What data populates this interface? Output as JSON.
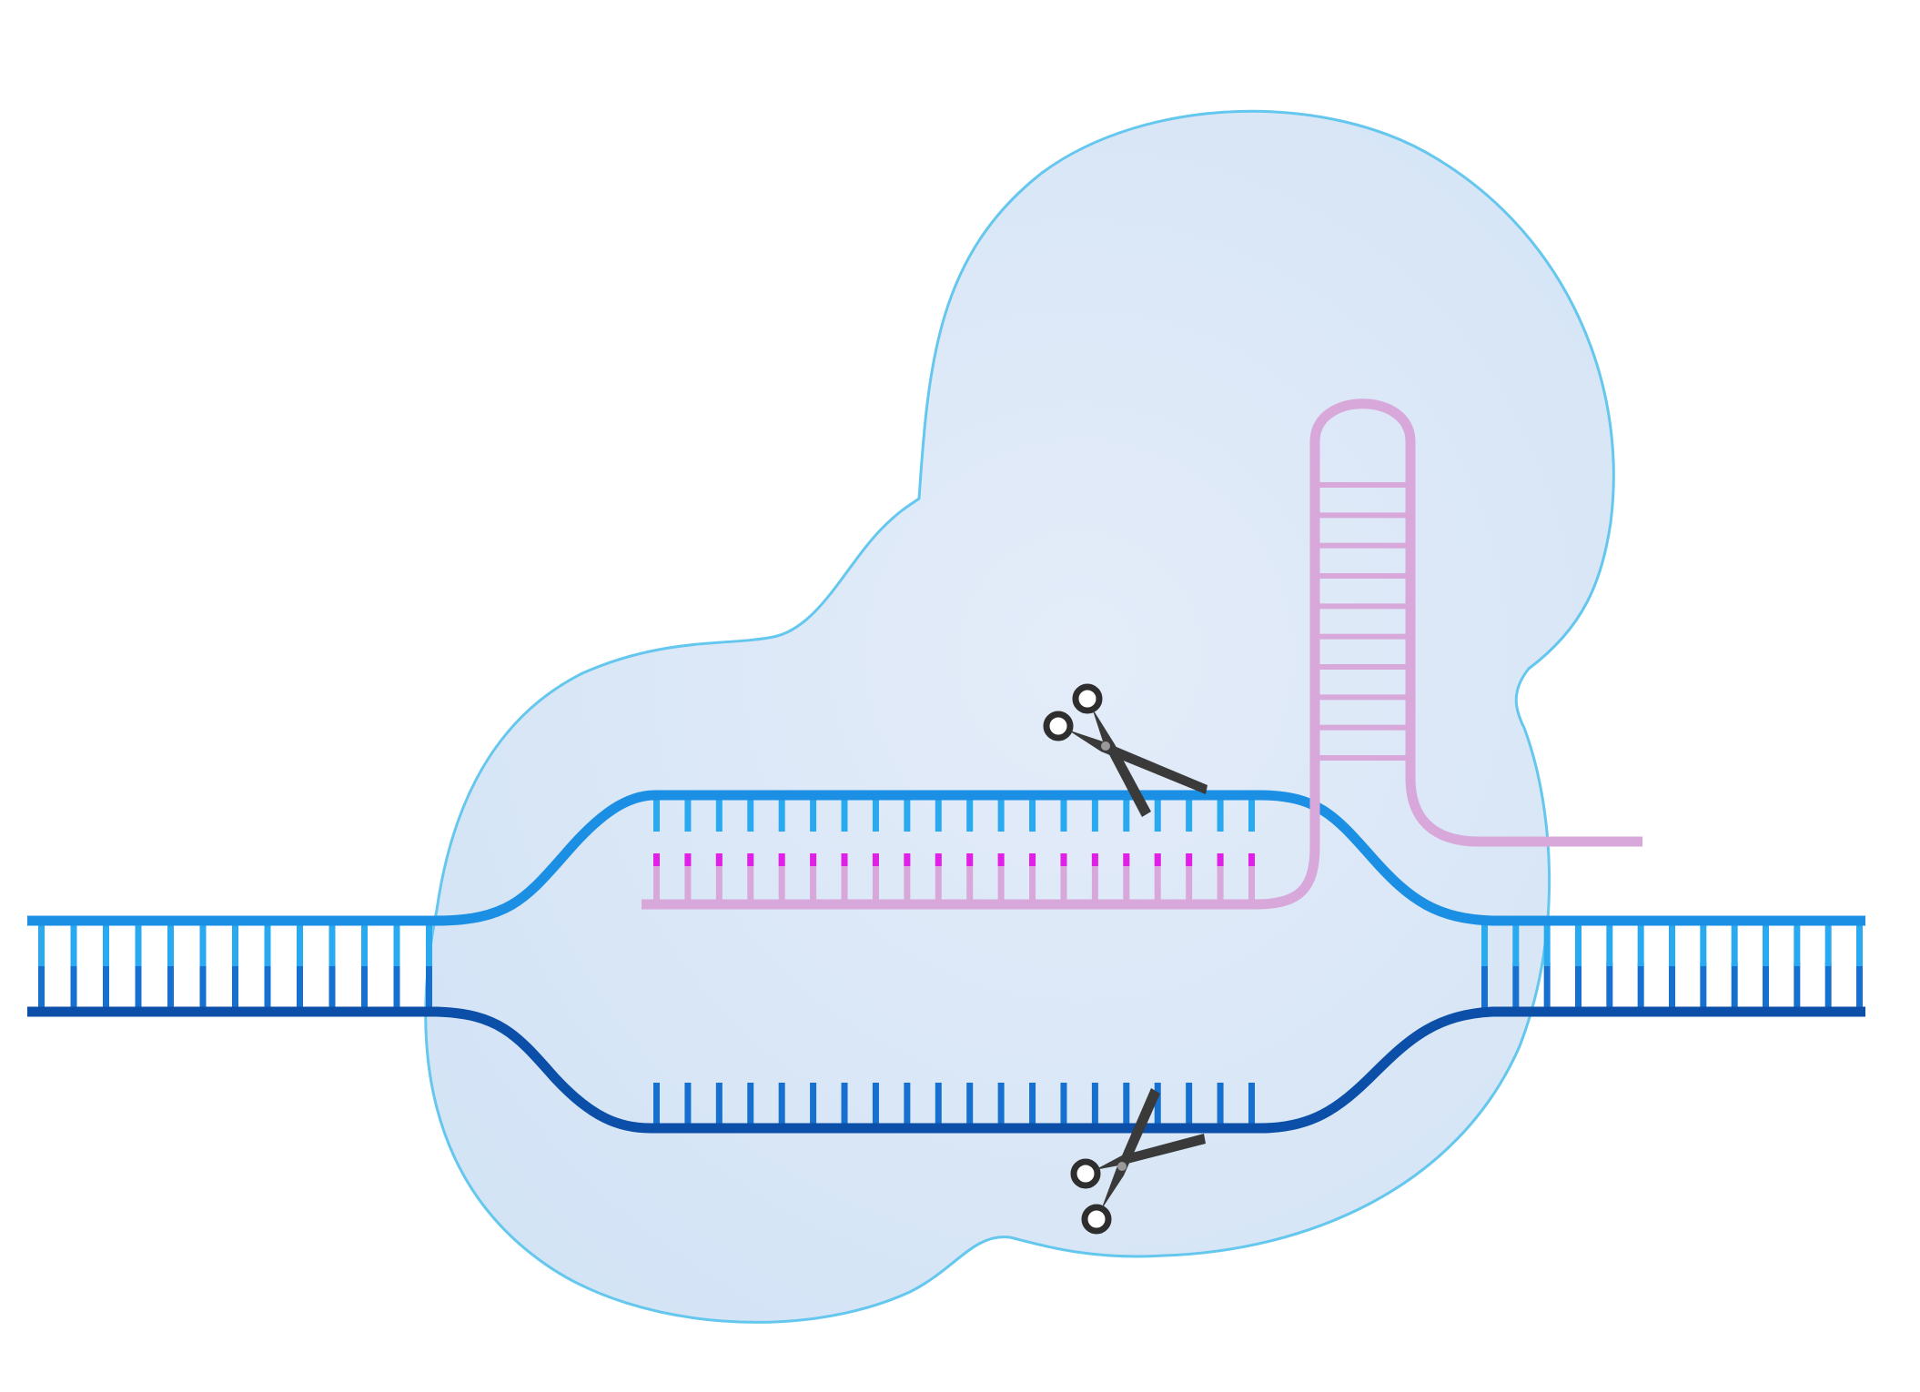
{
  "diagram": {
    "labels": [],
    "colors": {
      "protein_fill": "#d9e7f7",
      "protein_edge": "#55c2ec",
      "dna_top_strand": "#1a8fe3",
      "dna_top_rungs": "#29a9f0",
      "dna_bottom_strand": "#0b4fa8",
      "dna_bottom_rungs": "#1670cf",
      "grna": "#d8a8da",
      "grna_pairing_tint": "#e020e6",
      "scissors": "#3a3a3a"
    },
    "elements": {
      "protein": "cas9-protein",
      "target_strand": "dna-target-strand",
      "non_target_strand": "dna-non-target-strand",
      "guide_rna": "guide-rna",
      "cut_sites": [
        "scissors-icon-top",
        "scissors-icon-bottom"
      ]
    },
    "base_pair_counts": {
      "left_duplex": 13,
      "right_duplex": 13,
      "rna_dna_heteroduplex": 20,
      "displaced_strand": 20,
      "grna_stem_loop": 10
    }
  }
}
